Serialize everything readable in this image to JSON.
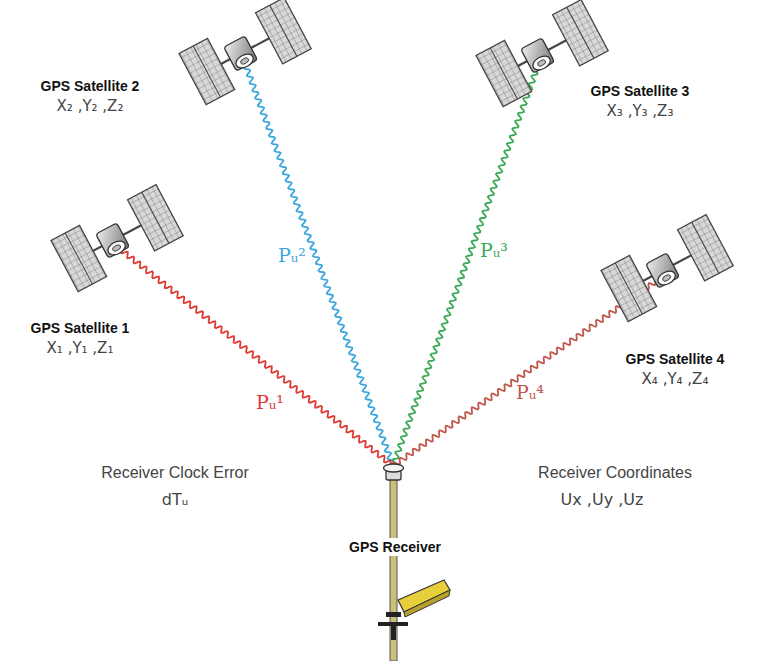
{
  "diagram": {
    "nodes": [
      {
        "text": [
          "GPS Satellite 2",
          "X₂ ,Y₂ ,Z₂"
        ]
      },
      {
        "text": [
          "GPS Satellite 3",
          "X₃ ,Y₃ ,Z₃"
        ]
      },
      {
        "text": [
          "GPS Satellite 1",
          "X₁ ,Y₁ ,Z₁"
        ]
      },
      {
        "text": [
          "GPS Satellite 4",
          "X₄ ,Y₄ ,Z₄"
        ]
      },
      {
        "text": [
          "GPS Receiver"
        ]
      }
    ],
    "edges": [
      {
        "from": 0,
        "to": 4,
        "arrow": "none",
        "label": "Pᵤ²"
      },
      {
        "from": 1,
        "to": 4,
        "arrow": "none",
        "label": "Pᵤ³"
      },
      {
        "from": 2,
        "to": 4,
        "arrow": "none",
        "label": "Pᵤ¹"
      },
      {
        "from": 3,
        "to": 4,
        "arrow": "none",
        "label": "Pᵤ⁴"
      }
    ],
    "labels": [
      "Receiver Clock Error",
      "dTᵤ",
      "Receiver Coordinates",
      "Ux ,Uy ,Uz"
    ]
  }
}
